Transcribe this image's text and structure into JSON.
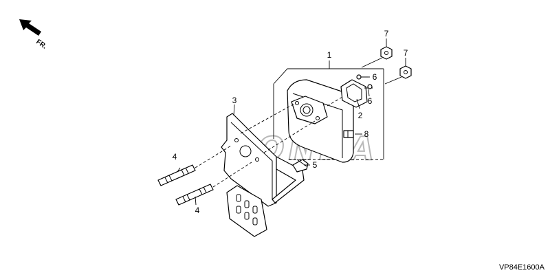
{
  "front_indicator": {
    "text": "FR.",
    "icon": "front-arrow-icon"
  },
  "callouts": {
    "muffler": "1",
    "gasket": "2",
    "heat_shield": "3",
    "stud_bolt_upper": "4",
    "stud_bolt_lower": "4",
    "screw": "5",
    "tapping_screw_upper": "6",
    "tapping_screw_lower": "6",
    "nut_left": "7",
    "nut_right": "7",
    "bolt": "8"
  },
  "watermark": {
    "text": "HONDA"
  },
  "drawing_code": "VP84E1600A"
}
